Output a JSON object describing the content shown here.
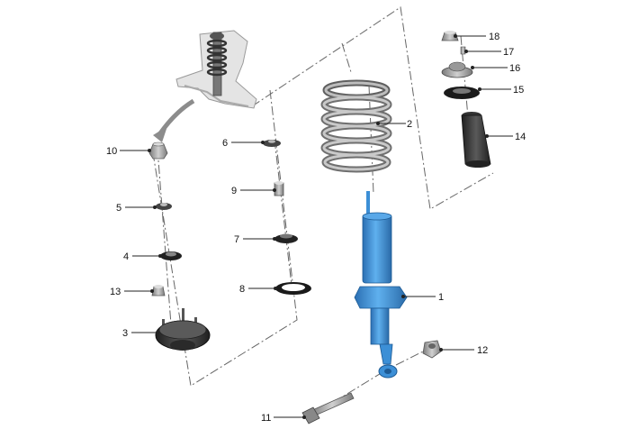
{
  "callouts": {
    "c1": "1",
    "c2": "2",
    "c3": "3",
    "c4": "4",
    "c5": "5",
    "c6": "6",
    "c7": "7",
    "c8": "8",
    "c9": "9",
    "c10": "10",
    "c11": "11",
    "c12": "12",
    "c13": "13",
    "c14": "14",
    "c15": "15",
    "c16": "16",
    "c17": "17",
    "c18": "18"
  },
  "colors": {
    "shock_absorber": "#3c8fd6",
    "parts": "#3a3a3a",
    "spring": "#9a9a9a",
    "leader": "#222222",
    "dashed": "#666666"
  }
}
